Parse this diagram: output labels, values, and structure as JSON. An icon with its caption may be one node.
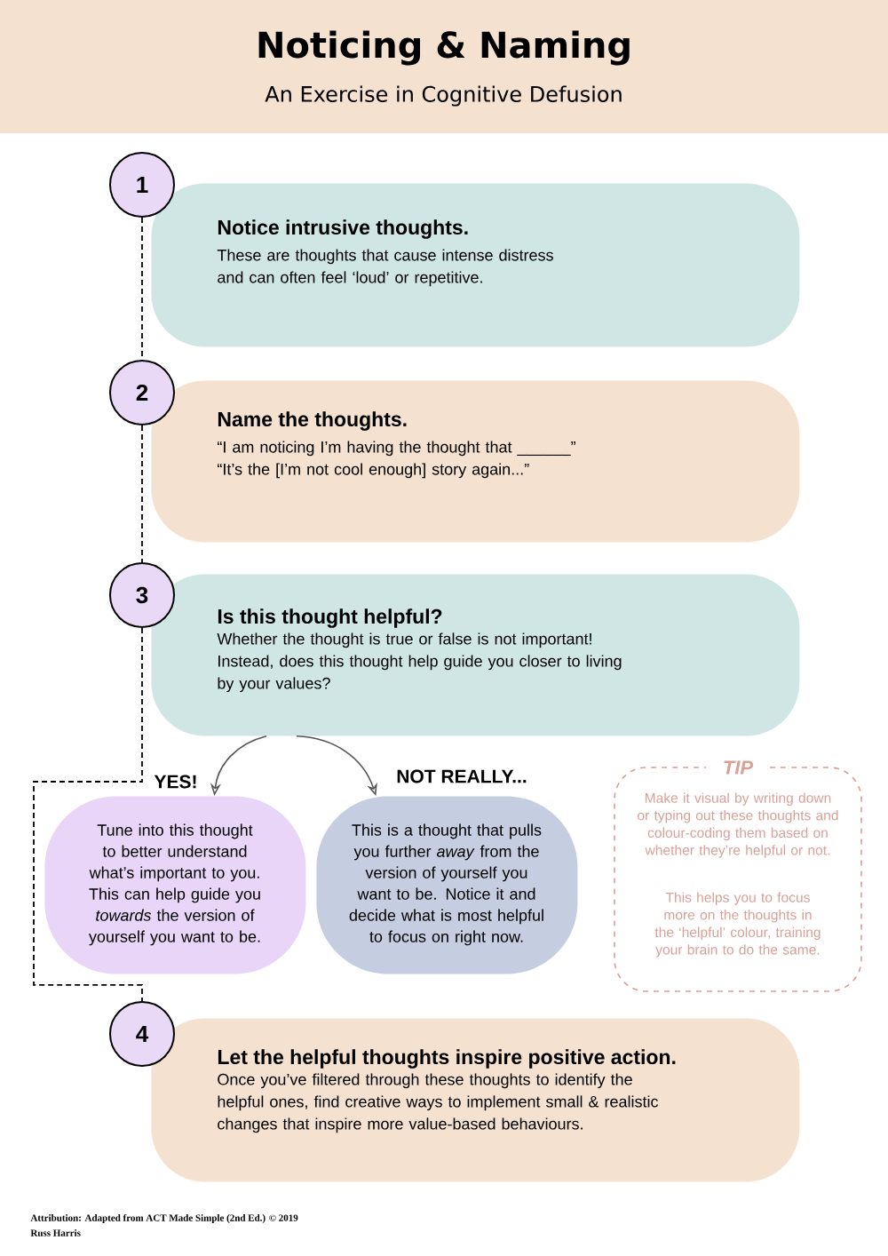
{
  "diagram": {
    "title": "Noticing & Naming",
    "nodes": [
      {
        "text": [
          "1"
        ]
      },
      {
        "text": [
          "Notice intrusive thoughts.",
          "These are thoughts that cause intense distress and can often feel ‘loud’ or repetitive."
        ]
      },
      {
        "text": [
          "2"
        ]
      },
      {
        "text": [
          "Name the thoughts.",
          "“I am noticing I’m having the thought that ______”",
          "“It’s the [I’m not cool enough] story again...”"
        ]
      },
      {
        "text": [
          "3"
        ]
      },
      {
        "text": [
          "Is this thought helpful?",
          "Whether the thought is true or false is not important! Instead, does this thought help guide you closer to living by your values?"
        ]
      },
      {
        "text": [
          "Tune into this thought to better understand what’s important to you. This can help guide you *towards* the version of yourself you want to be."
        ]
      },
      {
        "text": [
          "This is a thought that pulls you further *away* from the version of yourself you want to be. Notice it and decide what is most helpful to focus on right now."
        ]
      },
      {
        "text": [
          "TIP",
          "Make it visual by writing down or typing out these thoughts and colour-coding them based on whether they’re helpful or not.",
          "This helps you to focus more on the thoughts in the ‘helpful’ colour, training your brain to do the same."
        ]
      },
      {
        "text": [
          "4"
        ]
      },
      {
        "text": [
          "Let the helpful thoughts inspire positive action.",
          "Once you’ve filtered through these thoughts to identify the helpful ones, find creative ways to implement small & realistic changes that inspire more value-based behaviours."
        ]
      }
    ],
    "edges": [
      {
        "from": 0,
        "to": 2,
        "arrow": "none",
        "style": "dashed"
      },
      {
        "from": 2,
        "to": 4,
        "arrow": "none",
        "style": "dashed"
      },
      {
        "from": 4,
        "to": 9,
        "arrow": "none",
        "style": "dashed"
      },
      {
        "from": 5,
        "to": 6,
        "arrow": "to",
        "label": "YES!",
        "color": "#555555"
      },
      {
        "from": 5,
        "to": 7,
        "arrow": "to",
        "label": "NOT REALLY...",
        "color": "#555555"
      }
    ],
    "labels": [
      "An Exercise in Cognitive Defusion",
      "Attribution: Adapted from ACT Made Simple (2nd Ed.) © 2019",
      "Russ Harris"
    ]
  }
}
